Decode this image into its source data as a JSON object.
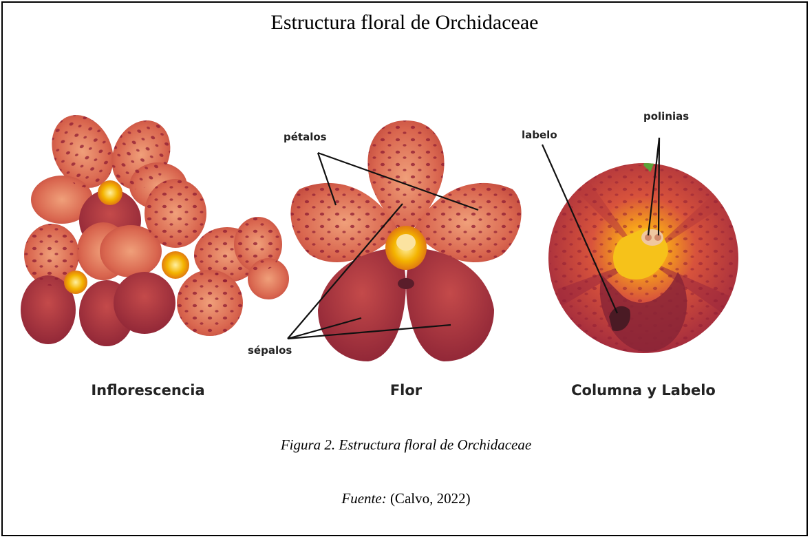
{
  "title": "Estructura floral de Orchidaceae",
  "panels": {
    "inflorescence_label": "Inflorescencia",
    "flower_label": "Flor",
    "column_label": "Columna y Labelo"
  },
  "callouts": {
    "petals": "pétalos",
    "sepals": "sépalos",
    "labellum": "labelo",
    "pollinia": "polinias"
  },
  "caption": {
    "figure_text": "Figura 2. Estructura floral de Orchidaceae",
    "source_label": "Fuente:",
    "source_text": "(Calvo, 2022)"
  },
  "colors": {
    "petal_light": "#e07a5f",
    "petal_dark": "#b5394b",
    "spot": "#8f1c33",
    "center": "#f4b400"
  }
}
